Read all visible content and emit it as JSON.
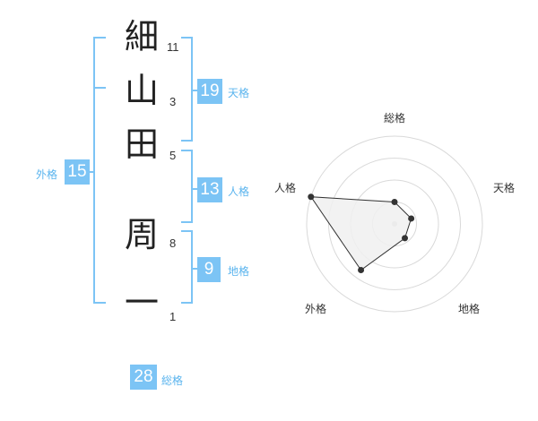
{
  "name": {
    "chars": [
      {
        "char": "細",
        "strokes": "11"
      },
      {
        "char": "山",
        "strokes": "3"
      },
      {
        "char": "田",
        "strokes": "5"
      },
      {
        "char": "周",
        "strokes": "8"
      },
      {
        "char": "一",
        "strokes": "1"
      }
    ]
  },
  "fortunes": {
    "tenkaku": {
      "value": "19",
      "label": "天格"
    },
    "jinkaku": {
      "value": "13",
      "label": "人格"
    },
    "chikaku": {
      "value": "9",
      "label": "地格"
    },
    "gaikaku": {
      "value": "15",
      "label": "外格"
    },
    "soukaku": {
      "value": "28",
      "label": "総格"
    }
  },
  "colors": {
    "accent": "#7cc4f5",
    "bracket": "#7cc4f5",
    "grid": "#d9d9d9",
    "fill": "#f0f0f0",
    "line": "#333333"
  },
  "chart_data": {
    "type": "radar",
    "axes": [
      "総格",
      "天格",
      "地格",
      "外格",
      "人格"
    ],
    "values": [
      0.25,
      0.2,
      0.2,
      0.65,
      1.0
    ],
    "rings": 4
  }
}
